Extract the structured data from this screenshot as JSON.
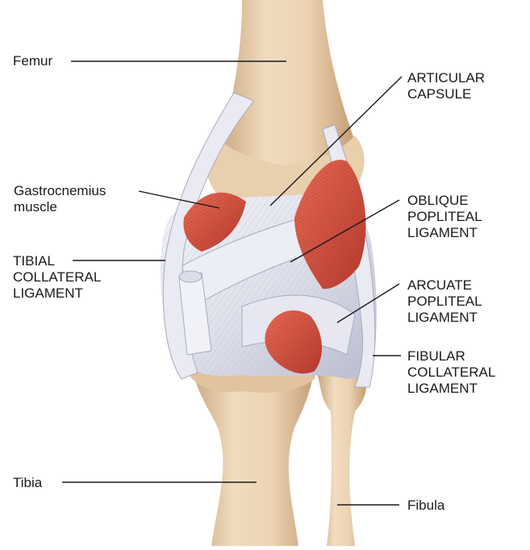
{
  "labels": {
    "femur": "Femur",
    "articular_capsule": [
      "ARTICULAR",
      "CAPSULE"
    ],
    "gastrocnemius": [
      "Gastrocnemius",
      "muscle"
    ],
    "oblique": [
      "OBLIQUE",
      "POPLITEAL",
      "LIGAMENT"
    ],
    "tibial_collateral": [
      "TIBIAL",
      "COLLATERAL",
      "LIGAMENT"
    ],
    "arcuate": [
      "ARCUATE",
      "POPLITEAL",
      "LIGAMENT"
    ],
    "fibular_collateral": [
      "FIBULAR",
      "COLLATERAL",
      "LIGAMENT"
    ],
    "tibia": "Tibia",
    "fibula": "Fibula"
  },
  "colors": {
    "bone": "#e8cfae",
    "bone_shadow": "#c9a57e",
    "ligament": "#e3e4ee",
    "ligament_shadow": "#a9abc1",
    "muscle": "#d9513f",
    "muscle_dark": "#a8342a",
    "leader": "#1a1a1a"
  }
}
